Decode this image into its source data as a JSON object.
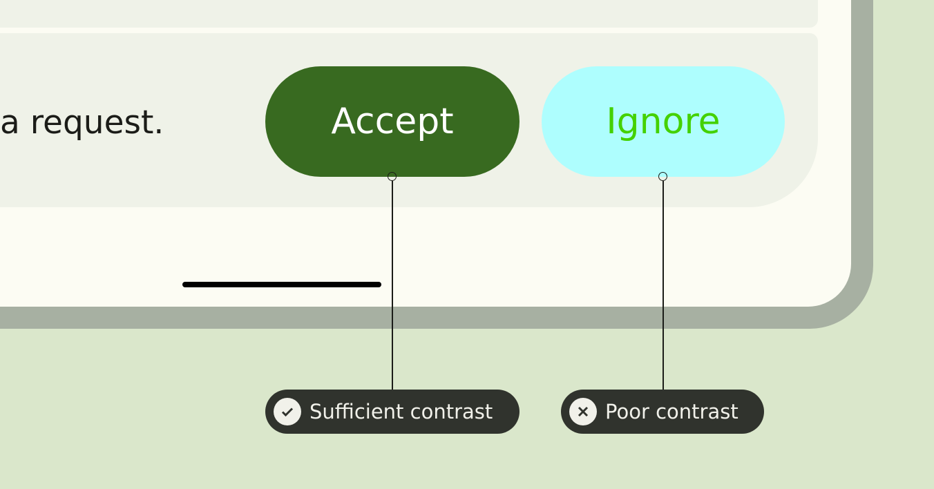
{
  "message": "a request.",
  "buttons": {
    "accept": "Accept",
    "ignore": "Ignore"
  },
  "annotations": [
    {
      "label": "Sufficient contrast",
      "icon": "check-icon"
    },
    {
      "label": "Poor contrast",
      "icon": "close-icon"
    }
  ],
  "colors": {
    "accept_bg": "#386a20",
    "accept_text": "#ffffff",
    "ignore_bg": "#aefefe",
    "ignore_text": "#44d100"
  }
}
